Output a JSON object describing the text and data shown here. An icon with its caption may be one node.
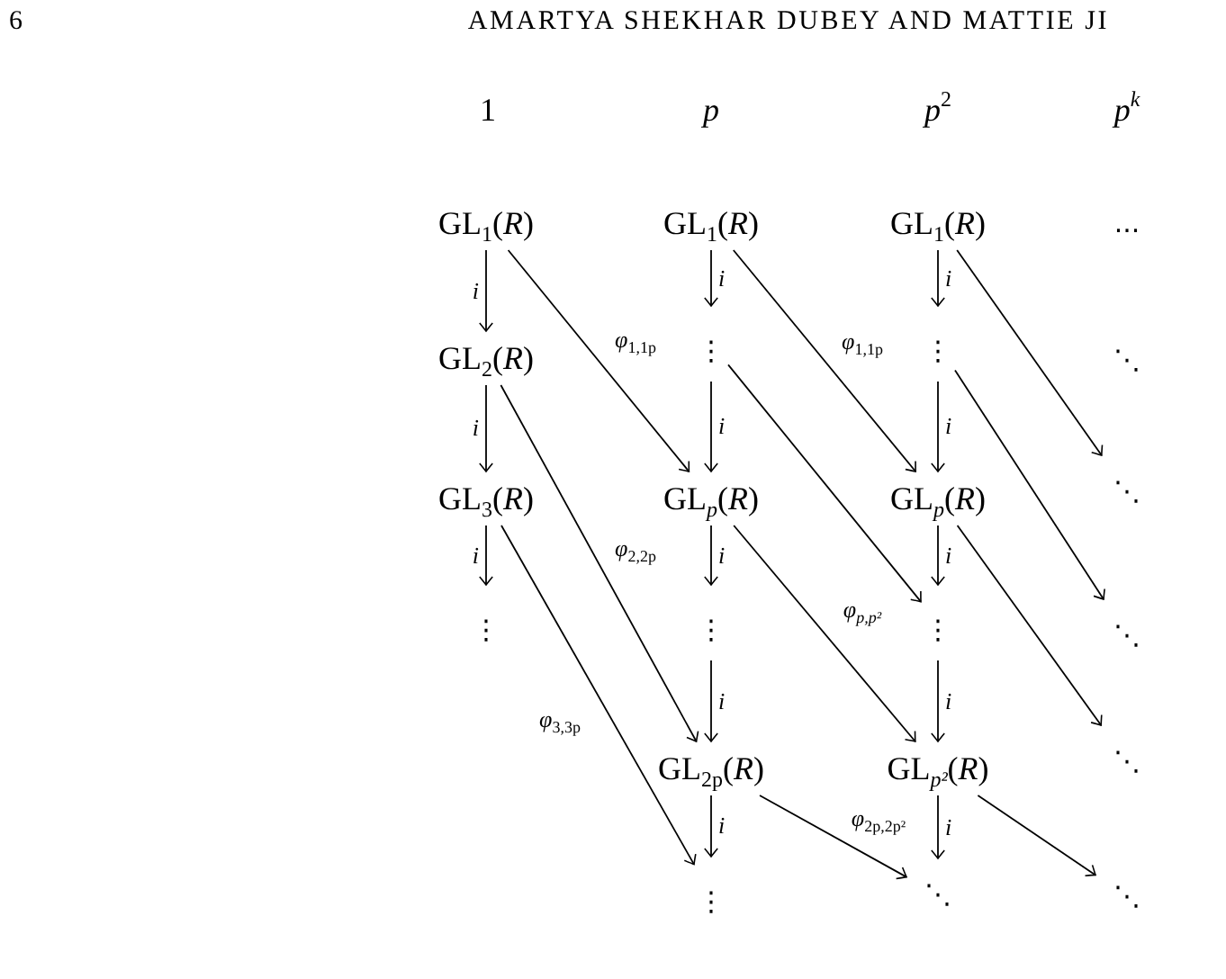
{
  "diagram": {
    "nodes": [
      {
        "text": [
          "GL$_{1}$(*R*)"
        ]
      },
      {
        "text": [
          "GL$_{1}$(*R*)"
        ]
      },
      {
        "text": [
          "GL$_{1}$(*R*)"
        ]
      },
      {
        "text": [
          "..."
        ]
      },
      {
        "text": [
          "GL$_{2}$(*R*)"
        ]
      },
      {
        "text": [
          "⋮"
        ]
      },
      {
        "text": [
          "⋮"
        ]
      },
      {
        "text": [
          "⋱"
        ]
      },
      {
        "text": [
          "GL$_{3}$(*R*)"
        ]
      },
      {
        "text": [
          "GL$_{p}$(*R*)"
        ]
      },
      {
        "text": [
          "GL$_{p}$(*R*)"
        ]
      },
      {
        "text": [
          "⋱"
        ]
      },
      {
        "text": [
          "⋮"
        ]
      },
      {
        "text": [
          "⋮"
        ]
      },
      {
        "text": [
          "⋮"
        ]
      },
      {
        "text": [
          "⋱"
        ]
      },
      {
        "text": [
          "GL$_{2p}$(*R*)"
        ]
      },
      {
        "text": [
          "GL$_{p²}$(*R*)"
        ]
      },
      {
        "text": [
          "⋱"
        ]
      },
      {
        "text": [
          "⋮"
        ]
      },
      {
        "text": [
          "⋱"
        ]
      },
      {
        "text": [
          "⋱"
        ]
      }
    ],
    "edges": [
      {
        "from": 0,
        "to": 4,
        "arrow": "to",
        "label": "i"
      },
      {
        "from": 0,
        "to": 9,
        "arrow": "to",
        "label": "*φ*$_{1,1p}$"
      },
      {
        "from": 1,
        "to": 5,
        "arrow": "to",
        "label": "i"
      },
      {
        "from": 1,
        "to": 10,
        "arrow": "to",
        "label": "*φ*$_{1,1p}$"
      },
      {
        "from": 2,
        "to": 6,
        "arrow": "to",
        "label": "i"
      },
      {
        "from": 2,
        "to": 11,
        "arrow": "to"
      },
      {
        "from": 4,
        "to": 8,
        "arrow": "to",
        "label": "i"
      },
      {
        "from": 4,
        "to": 16,
        "arrow": "to",
        "label": "*φ*$_{2,2p}$"
      },
      {
        "from": 5,
        "to": 9,
        "arrow": "to",
        "label": "i"
      },
      {
        "from": 5,
        "to": 14,
        "arrow": "to"
      },
      {
        "from": 6,
        "to": 10,
        "arrow": "to",
        "label": "i"
      },
      {
        "from": 6,
        "to": 15,
        "arrow": "to"
      },
      {
        "from": 8,
        "to": 12,
        "arrow": "to",
        "label": "i"
      },
      {
        "from": 8,
        "to": 19,
        "arrow": "to",
        "label": "*φ*$_{3,3p}$"
      },
      {
        "from": 9,
        "to": 13,
        "arrow": "to",
        "label": "i"
      },
      {
        "from": 9,
        "to": 17,
        "arrow": "to",
        "label": "*φ*$_{p,p²}$"
      },
      {
        "from": 10,
        "to": 14,
        "arrow": "to",
        "label": "i"
      },
      {
        "from": 10,
        "to": 18,
        "arrow": "to"
      },
      {
        "from": 13,
        "to": 16,
        "arrow": "to",
        "label": "i"
      },
      {
        "from": 14,
        "to": 17,
        "arrow": "to",
        "label": "i"
      },
      {
        "from": 16,
        "to": 19,
        "arrow": "to",
        "label": "i"
      },
      {
        "from": 16,
        "to": 20,
        "arrow": "to",
        "label": "*φ*$_{2p,2p²}$"
      },
      {
        "from": 17,
        "to": 20,
        "arrow": "to",
        "label": "i"
      },
      {
        "from": 17,
        "to": 21,
        "arrow": "to"
      }
    ],
    "labels": [
      "6",
      "AMARTYA SHEKHAR DUBEY AND MATTIE JI",
      "1",
      "p",
      "*p*$^{2}$",
      "p$^{k}$"
    ]
  }
}
